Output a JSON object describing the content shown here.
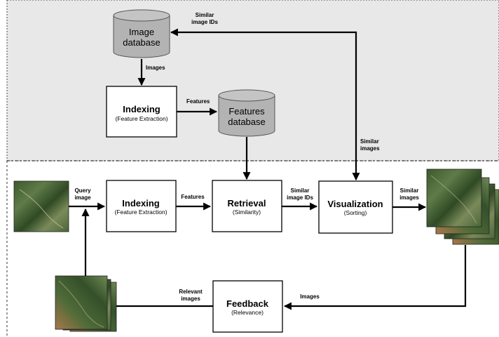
{
  "offline": {
    "image_db": {
      "line1": "Image",
      "line2": "database"
    },
    "features_db": {
      "line1": "Features",
      "line2": "database"
    },
    "indexing": {
      "title": "Indexing",
      "subtitle": "(Feature Extraction)"
    },
    "labels": {
      "images": "Images",
      "features": "Features",
      "similar_ids_1": "Similar",
      "similar_ids_2": "image IDs",
      "similar_images_1": "Similar",
      "similar_images_2": "images"
    }
  },
  "online": {
    "indexing": {
      "title": "Indexing",
      "subtitle": "(Feature Extraction)"
    },
    "retrieval": {
      "title": "Retrieval",
      "subtitle": "(Similarity)"
    },
    "visualization": {
      "title": "Visualization",
      "subtitle": "(Sorting)"
    },
    "feedback": {
      "title": "Feedback",
      "subtitle": "(Relevance)"
    },
    "labels": {
      "query_1": "Query",
      "query_2": "image",
      "features": "Features",
      "similar_ids_1": "Similar",
      "similar_ids_2": "image IDs",
      "similar_images_1": "Similar",
      "similar_images_2": "images",
      "images": "Images",
      "relevant_1": "Relevant",
      "relevant_2": "images"
    }
  },
  "colors": {
    "offline_bg": "#e8e8e8",
    "db_fill": "#b3b3b3",
    "box_fill": "#ffffff",
    "stroke": "#000000"
  }
}
